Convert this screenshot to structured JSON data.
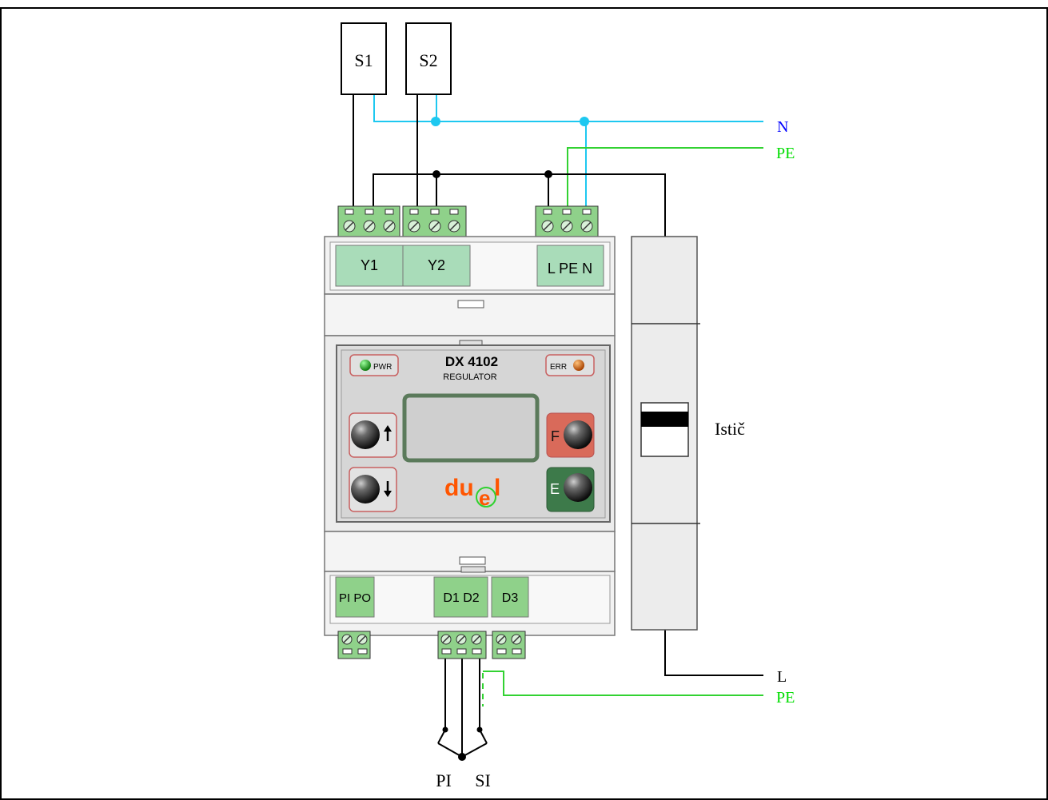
{
  "sensors": {
    "s1": "S1",
    "s2": "S2"
  },
  "lines": {
    "n": "N",
    "pe_top": "PE",
    "l": "L",
    "pe_bottom": "PE"
  },
  "terminals": {
    "y1": "Y1",
    "y2": "Y2",
    "lpen": "L PE N",
    "pipo": "PI PO",
    "d1d2": "D1 D2",
    "d3": "D3"
  },
  "device": {
    "model": "DX 4102",
    "subtitle": "REGULATOR",
    "pwr_label": "PWR",
    "err_label": "ERR",
    "btn_f": "F",
    "btn_e": "E",
    "logo_du": "du",
    "logo_e": "e",
    "logo_l": "l"
  },
  "breaker": {
    "label": "Istič"
  },
  "switches": {
    "pi": "PI",
    "si": "SI"
  },
  "colors": {
    "neutral_wire": "#1ec8f0",
    "pe_wire": "#32d232",
    "n_label": "#0000ff",
    "pe_label": "#00dd00",
    "terminal_fill": "#a9dcb9",
    "terminal_block": "#8fd18a",
    "pwr_led": "#22aa22",
    "err_led": "#dd6600",
    "f_button_bg": "#d96a5a",
    "e_button_bg": "#3d7a4a",
    "logo_orange": "#ff5500"
  }
}
